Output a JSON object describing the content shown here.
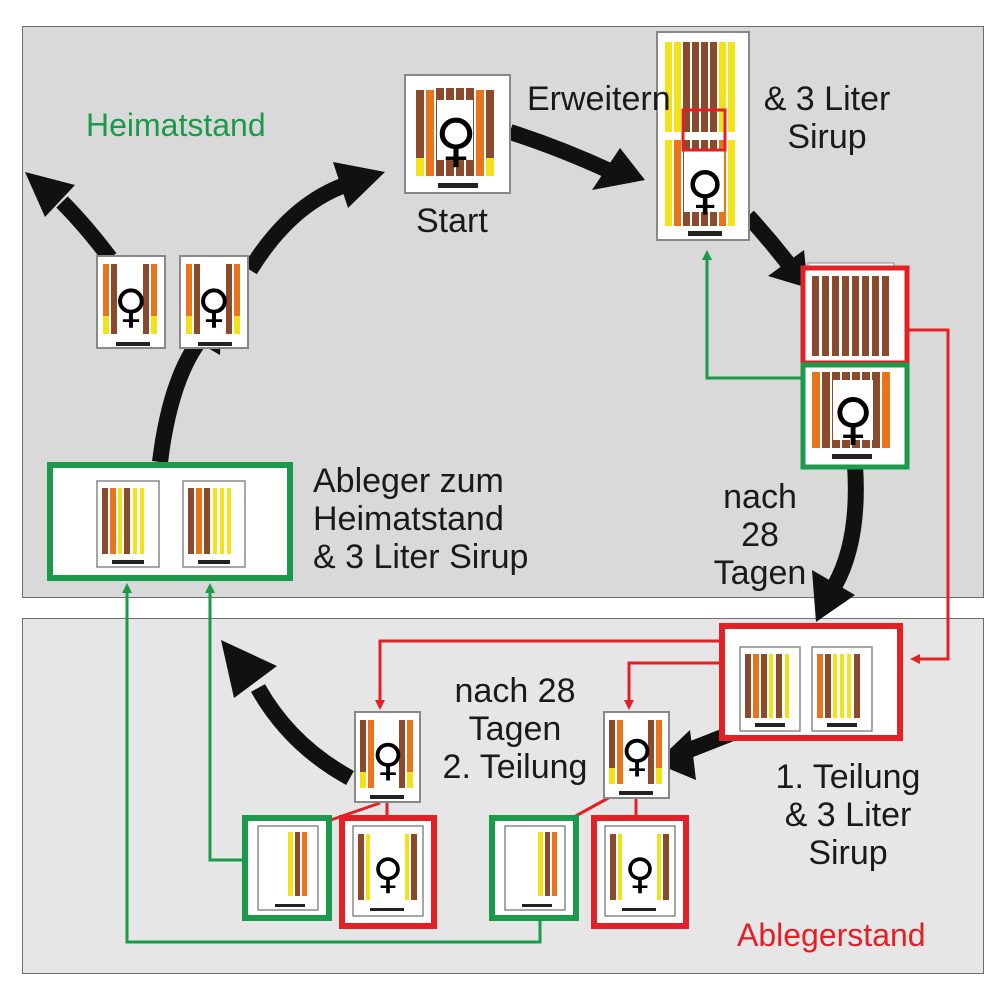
{
  "regions": {
    "home": {
      "label": "Heimatstand",
      "color": "#1b9a4b"
    },
    "nuc": {
      "label": "Ablegerstand",
      "color": "#e32026"
    }
  },
  "labels": {
    "start": "Start",
    "expand": "Erweitern",
    "syrup1_line1": "& 3 Liter",
    "syrup1_line2": "Sirup",
    "after28_line1": "nach",
    "after28_line2": "28",
    "after28_line3": "Tagen",
    "split1_line1": "1. Teilung",
    "split1_line2": "& 3 Liter",
    "split1_line3": "Sirup",
    "split2_line1": "nach 28",
    "split2_line2": "Tagen",
    "split2_line3": "2. Teilung",
    "nucs_line1": "Ableger zum",
    "nucs_line2": "Heimatstand",
    "nucs_line3": "& 3 Liter Sirup"
  },
  "symbols": {
    "queen": "♀"
  },
  "colors": {
    "green": "#1b9a4b",
    "red": "#e32026",
    "arrow_black": "#111111",
    "comb_brown": "#8b4a2b",
    "comb_yellow": "#f2e21a",
    "comb_orange": "#e8741c"
  }
}
